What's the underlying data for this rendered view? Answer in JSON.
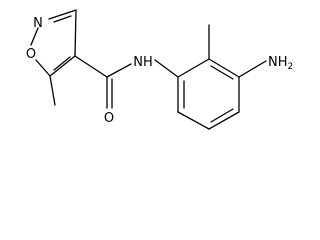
{
  "atoms": {
    "ring_n": "N",
    "ring_o": "O",
    "amide_o": "O",
    "amide_nh": "NH",
    "amine": "NH",
    "amine_sub": "2"
  },
  "colors": {
    "bond": "#000000",
    "label": "#000000",
    "background": "#ffffff"
  }
}
